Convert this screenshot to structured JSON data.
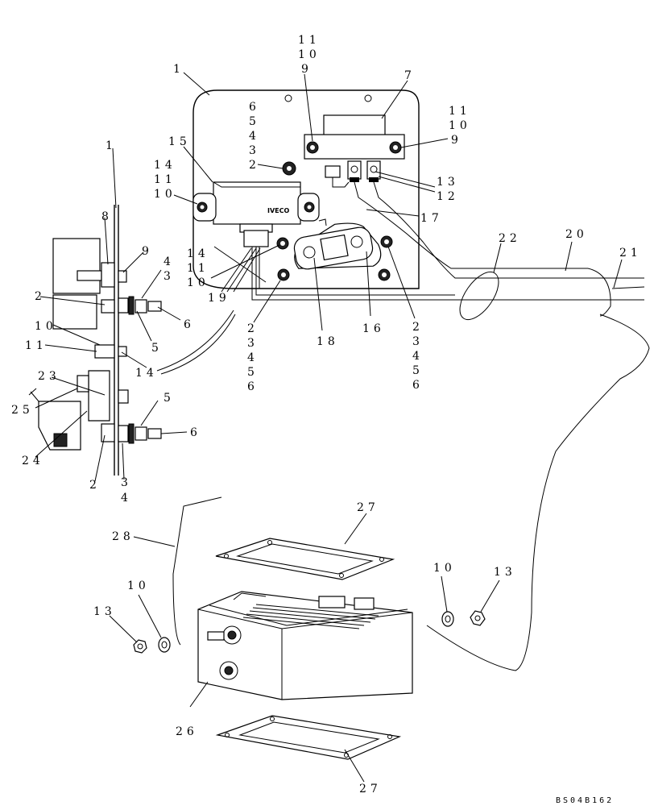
{
  "callouts": {
    "ecu_plate": "1",
    "ecu_plate_stack_top": [
      "11",
      "10",
      "9"
    ],
    "relay": "7",
    "relay_right_stack": [
      "11",
      "10",
      "9"
    ],
    "stud_stack": [
      "6",
      "5",
      "4",
      "3",
      "2"
    ],
    "module": "15",
    "module_left_stack": [
      "14",
      "11",
      "10"
    ],
    "diode_pair": [
      "13",
      "12"
    ],
    "harness_loop": "17",
    "clamp": "22",
    "hose": "20",
    "pipe": "21",
    "mid_left_stack": [
      "14",
      "11",
      "10"
    ],
    "wires": "19",
    "bottom_stack_a": [
      "2",
      "3",
      "4",
      "5",
      "6"
    ],
    "connector": "18",
    "socket": "16",
    "bottom_stack_b": [
      "2",
      "3",
      "4",
      "5",
      "6"
    ],
    "side_plate": "1",
    "side_8": "8",
    "side_9": "9",
    "side_43": [
      "4",
      "3"
    ],
    "side_2": "2",
    "side_6": "6",
    "side_10": "10",
    "side_11": "11",
    "side_5": "5",
    "side_14": "14",
    "side_23": "23",
    "side_25": "25",
    "side_24": "24",
    "side_5b": "5",
    "side_6b": "6",
    "side_2b": "2",
    "side_34": [
      "3",
      "4"
    ],
    "gasket_top": "27",
    "gasket_bottom": "27",
    "cable": "28",
    "heater": "26",
    "washer_left": "10",
    "nut_left": "13",
    "washer_right": "10",
    "nut_right": "13"
  },
  "module_brand": "IVECO",
  "drawing_code": "BS04B162"
}
